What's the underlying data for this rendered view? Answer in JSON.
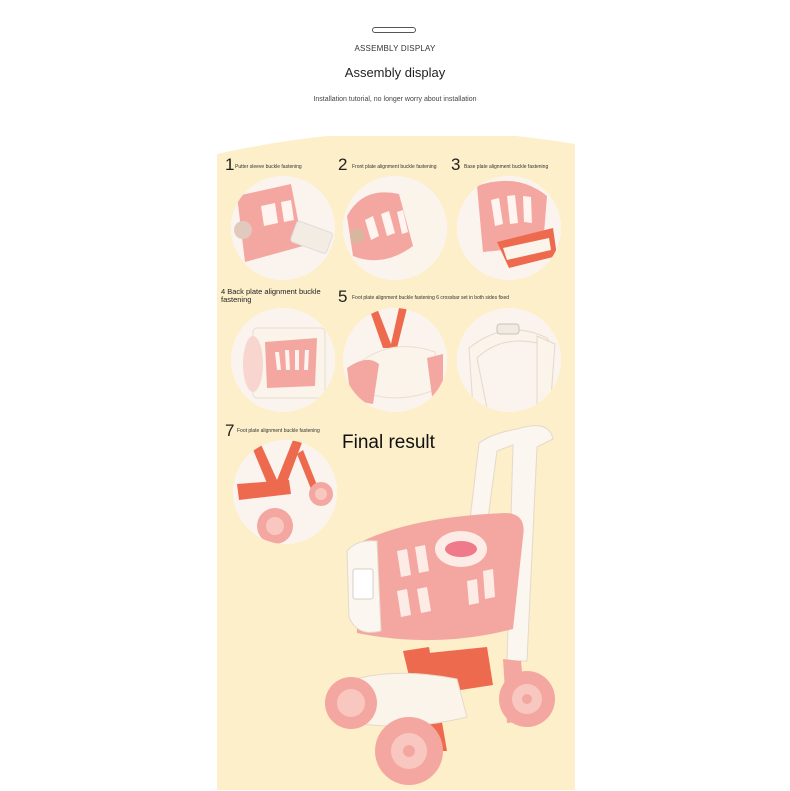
{
  "header": {
    "subheading": "ASSEMBLY DISPLAY",
    "headline": "Assembly display",
    "tagline": "Installation tutorial, no longer worry about installation"
  },
  "steps": [
    {
      "number": "1",
      "text": "Putter sleeve buckle fastening"
    },
    {
      "number": "2",
      "text": "Front plate alignment buckle fastening"
    },
    {
      "number": "3",
      "text": "Base plate alignment buckle fastening"
    },
    {
      "number": "",
      "text": "4 Back plate alignment buckle fastening"
    },
    {
      "number": "5",
      "text": "Foot plate alignment buckle fastening 6 crossbar set in both sides fixed"
    },
    {
      "number": "7",
      "text": "Foot plate alignment buckle fastening"
    }
  ],
  "final": {
    "label": "Final result"
  },
  "colors": {
    "panel": "#fcefc9",
    "pink": "#f4a7a0",
    "coral": "#ee6a4e",
    "cream": "#fbf6ef"
  }
}
